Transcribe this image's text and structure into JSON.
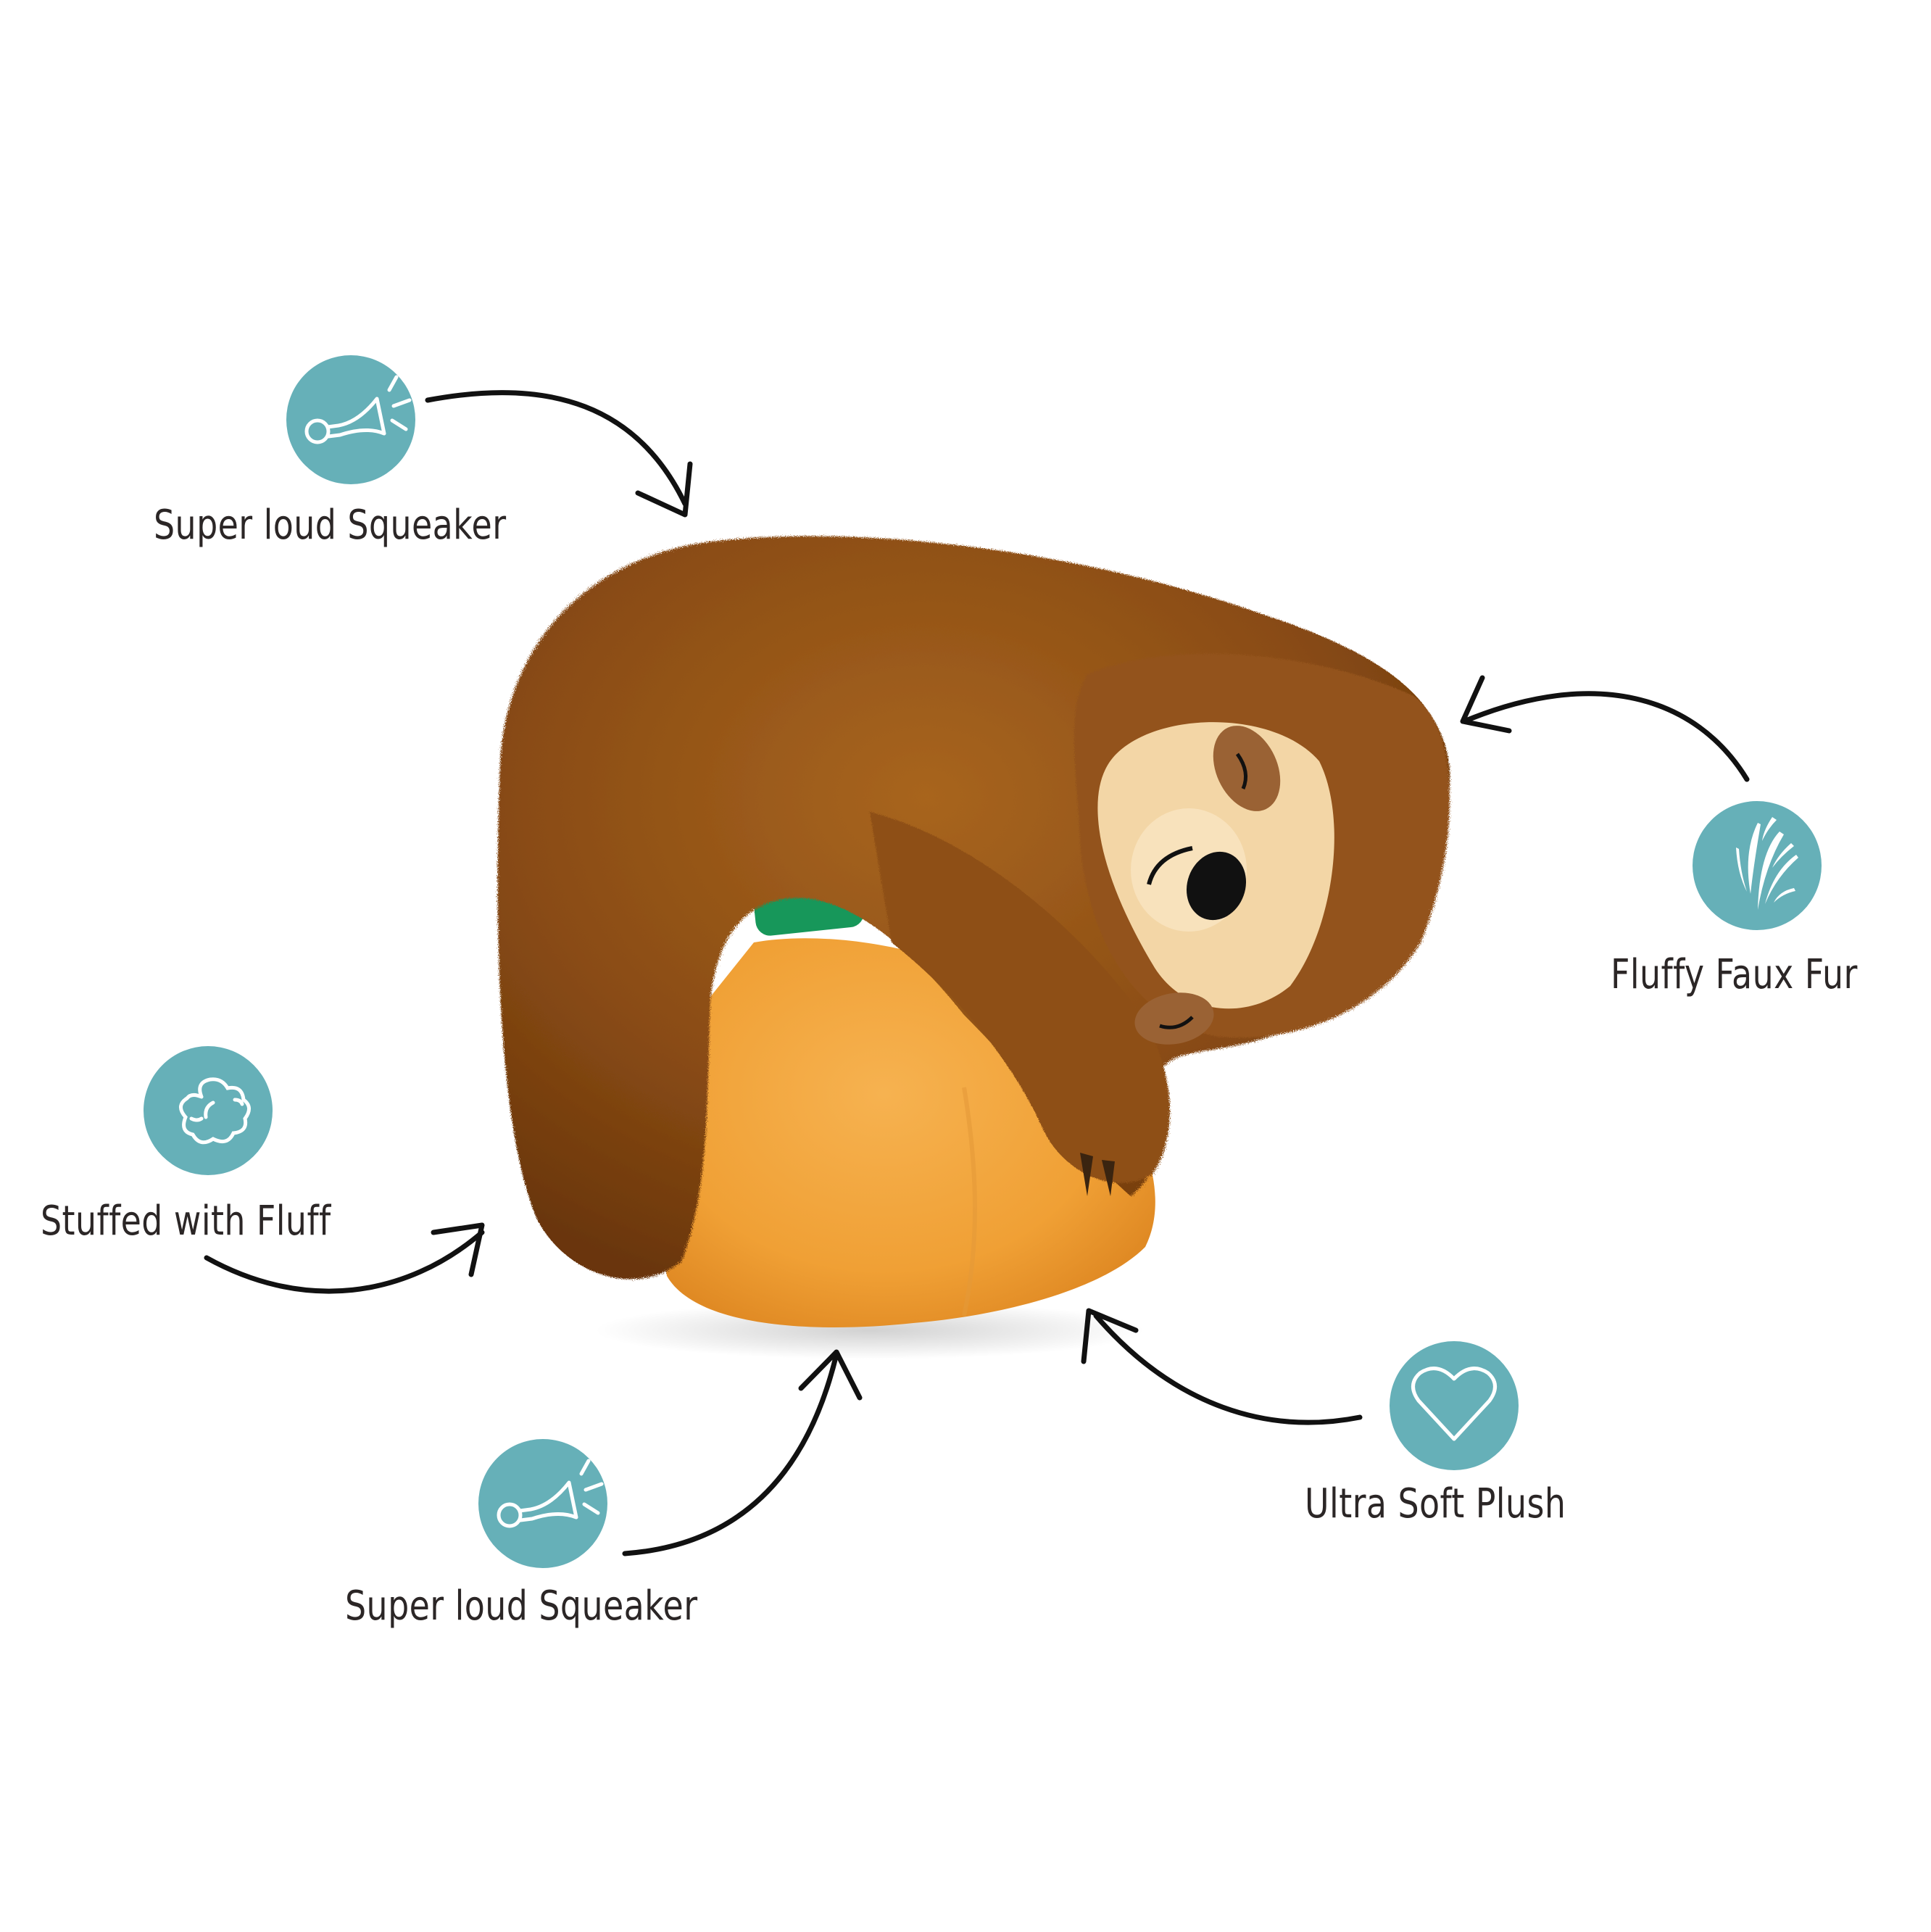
{
  "colors": {
    "badge_teal": "#66b0b8",
    "icon_stroke": "#ffffff",
    "label_text": "#2b2626",
    "arrow": "#111111",
    "fur_dark": "#7a4410",
    "fur_mid": "#9a5a1c",
    "fur_light": "#b8783a",
    "face": "#f3d6a6",
    "eye_patch": "#9a6234",
    "nose": "#111111",
    "orange": "#f2a33a",
    "orange_light": "#f7b95a",
    "stem": "#17975a",
    "background": "#ffffff"
  },
  "product": {
    "subject": "Sloth plush hugging an orange"
  },
  "features": [
    {
      "id": "squeaker-top",
      "icon": "horn-icon",
      "label": "Super loud Squeaker"
    },
    {
      "id": "faux-fur",
      "icon": "feather-fur-icon",
      "label": "Fluffy Faux Fur"
    },
    {
      "id": "stuffed",
      "icon": "cotton-cloud-icon",
      "label": "Stuffed with Fluff"
    },
    {
      "id": "soft-plush",
      "icon": "heart-icon",
      "label": "Ultra Soft Plush"
    },
    {
      "id": "squeaker-bottom",
      "icon": "horn-icon",
      "label": "Super loud Squeaker"
    }
  ]
}
